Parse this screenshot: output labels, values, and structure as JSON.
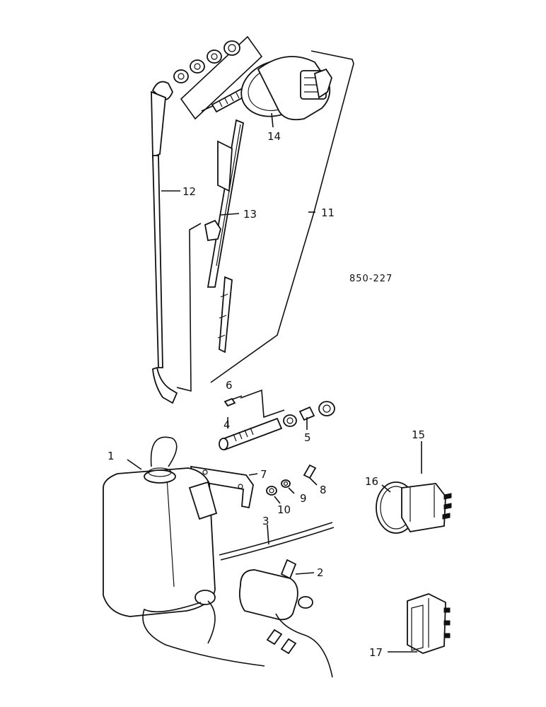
{
  "drawing_code": "850-227",
  "callouts": [
    {
      "id": "c1",
      "text": "1"
    },
    {
      "id": "c2",
      "text": "2"
    },
    {
      "id": "c3",
      "text": "3"
    },
    {
      "id": "c4",
      "text": "4"
    },
    {
      "id": "c5",
      "text": "5"
    },
    {
      "id": "c6",
      "text": "6"
    },
    {
      "id": "c7",
      "text": "7"
    },
    {
      "id": "c8",
      "text": "8"
    },
    {
      "id": "c9",
      "text": "9"
    },
    {
      "id": "c10",
      "text": "10"
    },
    {
      "id": "c11",
      "text": "11"
    },
    {
      "id": "c12",
      "text": "12"
    },
    {
      "id": "c13",
      "text": "13"
    },
    {
      "id": "c14",
      "text": "14"
    },
    {
      "id": "c15",
      "text": "15"
    },
    {
      "id": "c16",
      "text": "16"
    },
    {
      "id": "c17",
      "text": "17"
    }
  ]
}
